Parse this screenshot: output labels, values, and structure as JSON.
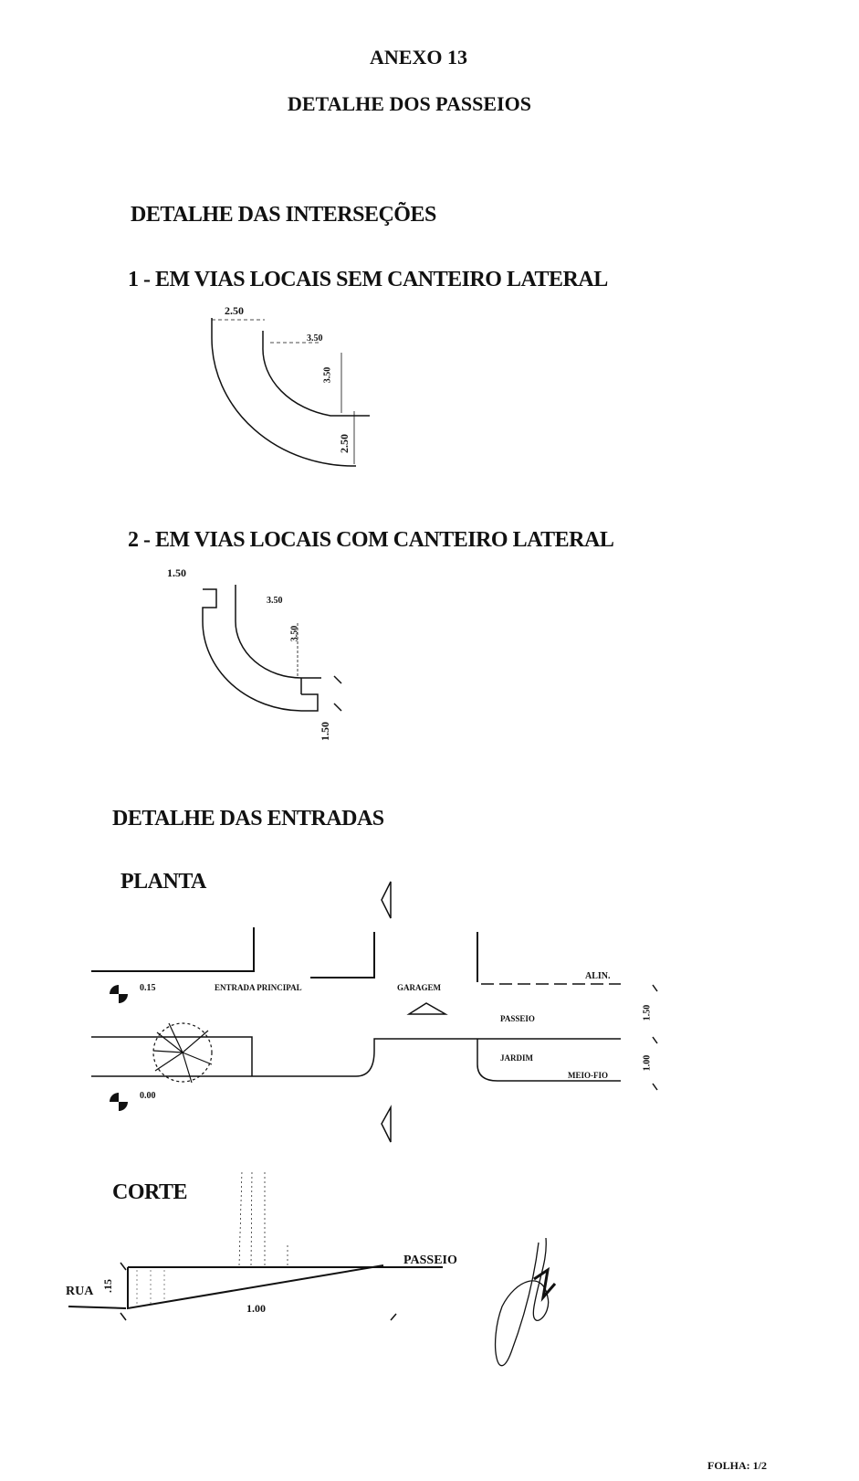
{
  "header": {
    "annex": "ANEXO 13",
    "title": "DETALHE DOS PASSEIOS"
  },
  "intersections": {
    "heading": "DETALHE DAS INTERSEÇÕES",
    "case1": {
      "title": "1 - EM VIAS LOCAIS SEM CANTEIRO LATERAL",
      "dims": [
        "2.50",
        "3.50",
        "3.50",
        "2.50"
      ]
    },
    "case2": {
      "title": "2 - EM VIAS LOCAIS COM CANTEIRO LATERAL",
      "dims": [
        "1.50",
        "3.50",
        "3.50",
        "1.50"
      ]
    }
  },
  "entrances": {
    "heading": "DETALHE DAS ENTRADAS",
    "plan": {
      "title": "PLANTA",
      "labels": {
        "main_entrance": "ENTRADA PRINCIPAL",
        "garage": "GARAGEM",
        "alignment": "ALIN.",
        "sidewalk": "PASSEIO",
        "garden": "JARDIM",
        "curb": "MEIO-FIO"
      },
      "levels": [
        "0.15",
        "0.00"
      ],
      "dims": [
        "1.50",
        "1.00"
      ]
    },
    "section": {
      "title": "CORTE",
      "street": "RUA",
      "sidewalk": "PASSEIO",
      "height": ".15",
      "width": "1.00"
    }
  },
  "footer": {
    "sheet": "FOLHA: 1/2"
  }
}
